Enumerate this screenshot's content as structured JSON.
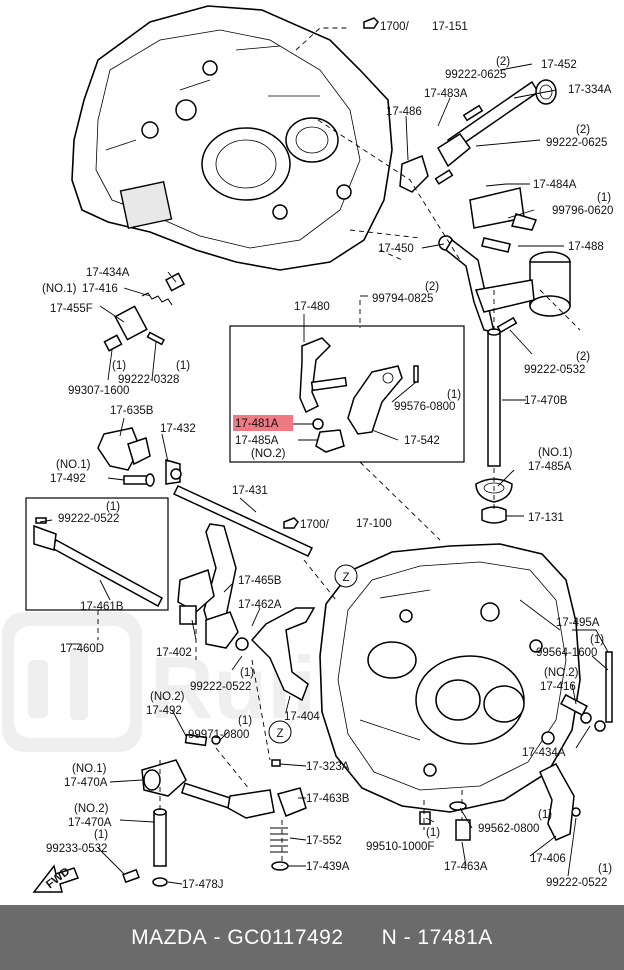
{
  "callouts": {
    "ref_1700_top": "1700/",
    "ref_17151": "17-151",
    "p17452": "17-452",
    "p99222_0625a_qty": "(2)",
    "p99222_0625a": "99222-0625",
    "p17334A": "17-334A",
    "p17483A": "17-483A",
    "p17486": "17-486",
    "p99222_0625b_qty": "(2)",
    "p99222_0625b": "99222-0625",
    "p17484A": "17-484A",
    "p99796_0620_qty": "(1)",
    "p99796_0620": "99796-0620",
    "p17450": "17-450",
    "p17488": "17-488",
    "p17434A_top": "17-434A",
    "p17416_top_pre": "(NO.1)",
    "p17416_top": "17-416",
    "p17455F": "17-455F",
    "p99794_0825_qty": "(2)",
    "p99794_0825": "99794-0825",
    "p17480": "17-480",
    "p99222_0532a_qty": "(2)",
    "p99222_0532a": "99222-0532",
    "p99307_1600_qty": "(1)",
    "p99307_1600": "99307-1600",
    "p99222_0328_qty": "(1)",
    "p99222_0328": "99222-0328",
    "p99576_0800_qty": "(1)",
    "p99576_0800": "99576-0800",
    "p17470B": "17-470B",
    "p17481A": "17-481A",
    "p17485A_box": "17-485A",
    "p17485A_box_sub": "(NO.2)",
    "p17542": "17-542",
    "p17635B": "17-635B",
    "p17432": "17-432",
    "p17492_top_pre": "(NO.1)",
    "p17492_top": "17-492",
    "p17485A_right_pre": "(NO.1)",
    "p17485A_right": "17-485A",
    "p17431": "17-431",
    "p99222_0522a_qty": "(1)",
    "p99222_0522a": "99222-0522",
    "ref_1700_mid": "1700/",
    "ref_17100": "17-100",
    "p17131": "17-131",
    "p17465B": "17-465B",
    "p17461B": "17-461B",
    "p17462A": "17-462A",
    "p17460D": "17-460D",
    "p17402": "17-402",
    "p99222_0522b_qty": "(1)",
    "p99222_0522b": "99222-0522",
    "p17495A": "17-495A",
    "p99564_1600_qty": "(1)",
    "p99564_1600": "99564-1600",
    "p17416_right_pre": "(NO.2)",
    "p17416_right": "17-416",
    "p17492_bot_pre": "(NO.2)",
    "p17492_bot": "17-492",
    "p17404": "17-404",
    "p99971_0800_qty": "(1)",
    "p99971_0800": "99971-0800",
    "p17434A_right": "17-434A",
    "p17470A_a_pre": "(NO.1)",
    "p17470A_a": "17-470A",
    "p17323A": "17-323A",
    "p17463B": "17-463B",
    "p17470A_b_pre": "(NO.2)",
    "p17470A_b": "17-470A",
    "p99510_1000F_qty": "(1)",
    "p99510_1000F": "99510-1000F",
    "p99562_0800_qty": "(1)",
    "p99562_0800": "99562-0800",
    "p99233_0532_qty": "(1)",
    "p99233_0532": "99233-0532",
    "p17552": "17-552",
    "p17439A": "17-439A",
    "p17406": "17-406",
    "p17463A": "17-463A",
    "p99222_0522c_qty": "(1)",
    "p99222_0522c": "99222-0522",
    "p17478J": "17-478J",
    "fwd": "FWD",
    "z_marker": "Z"
  },
  "footer": {
    "make": "MAZDA",
    "part_code": "GC0117492",
    "suffix": "N",
    "catalog_number": "17481A"
  },
  "highlight": {
    "target": "17-481A",
    "color": "#f07a83"
  },
  "watermark": "Rulim"
}
